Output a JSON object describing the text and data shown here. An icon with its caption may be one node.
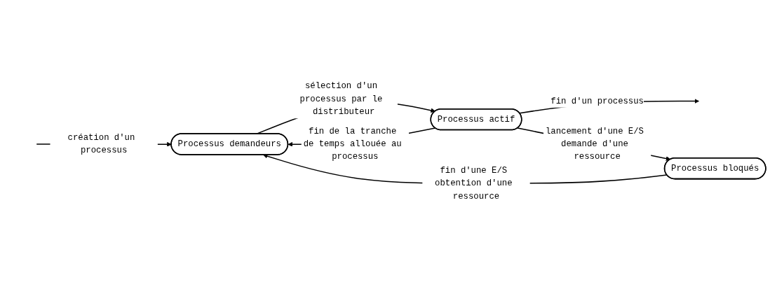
{
  "diagram": {
    "nodes": [
      {
        "text": [
          "Processus demandeurs"
        ]
      },
      {
        "text": [
          "Processus actif"
        ]
      },
      {
        "text": [
          "Processus bloqués"
        ]
      }
    ],
    "edges": [
      {
        "from": null,
        "to": 0,
        "arrow": "to",
        "label": "création d'un processus"
      },
      {
        "from": 0,
        "to": 1,
        "arrow": "to",
        "label": "sélection d'un processus par le distributeur"
      },
      {
        "from": 1,
        "to": 0,
        "arrow": "to",
        "label": "fin de la tranche de temps allouée au processus"
      },
      {
        "from": 1,
        "to": null,
        "arrow": "to",
        "label": "fin d'un processus"
      },
      {
        "from": 1,
        "to": 2,
        "arrow": "to",
        "label": "lancement d'une E/S demande d'une ressource"
      },
      {
        "from": 2,
        "to": 0,
        "arrow": "to",
        "label": "fin d'une E/S obtention d'une ressource"
      }
    ]
  }
}
